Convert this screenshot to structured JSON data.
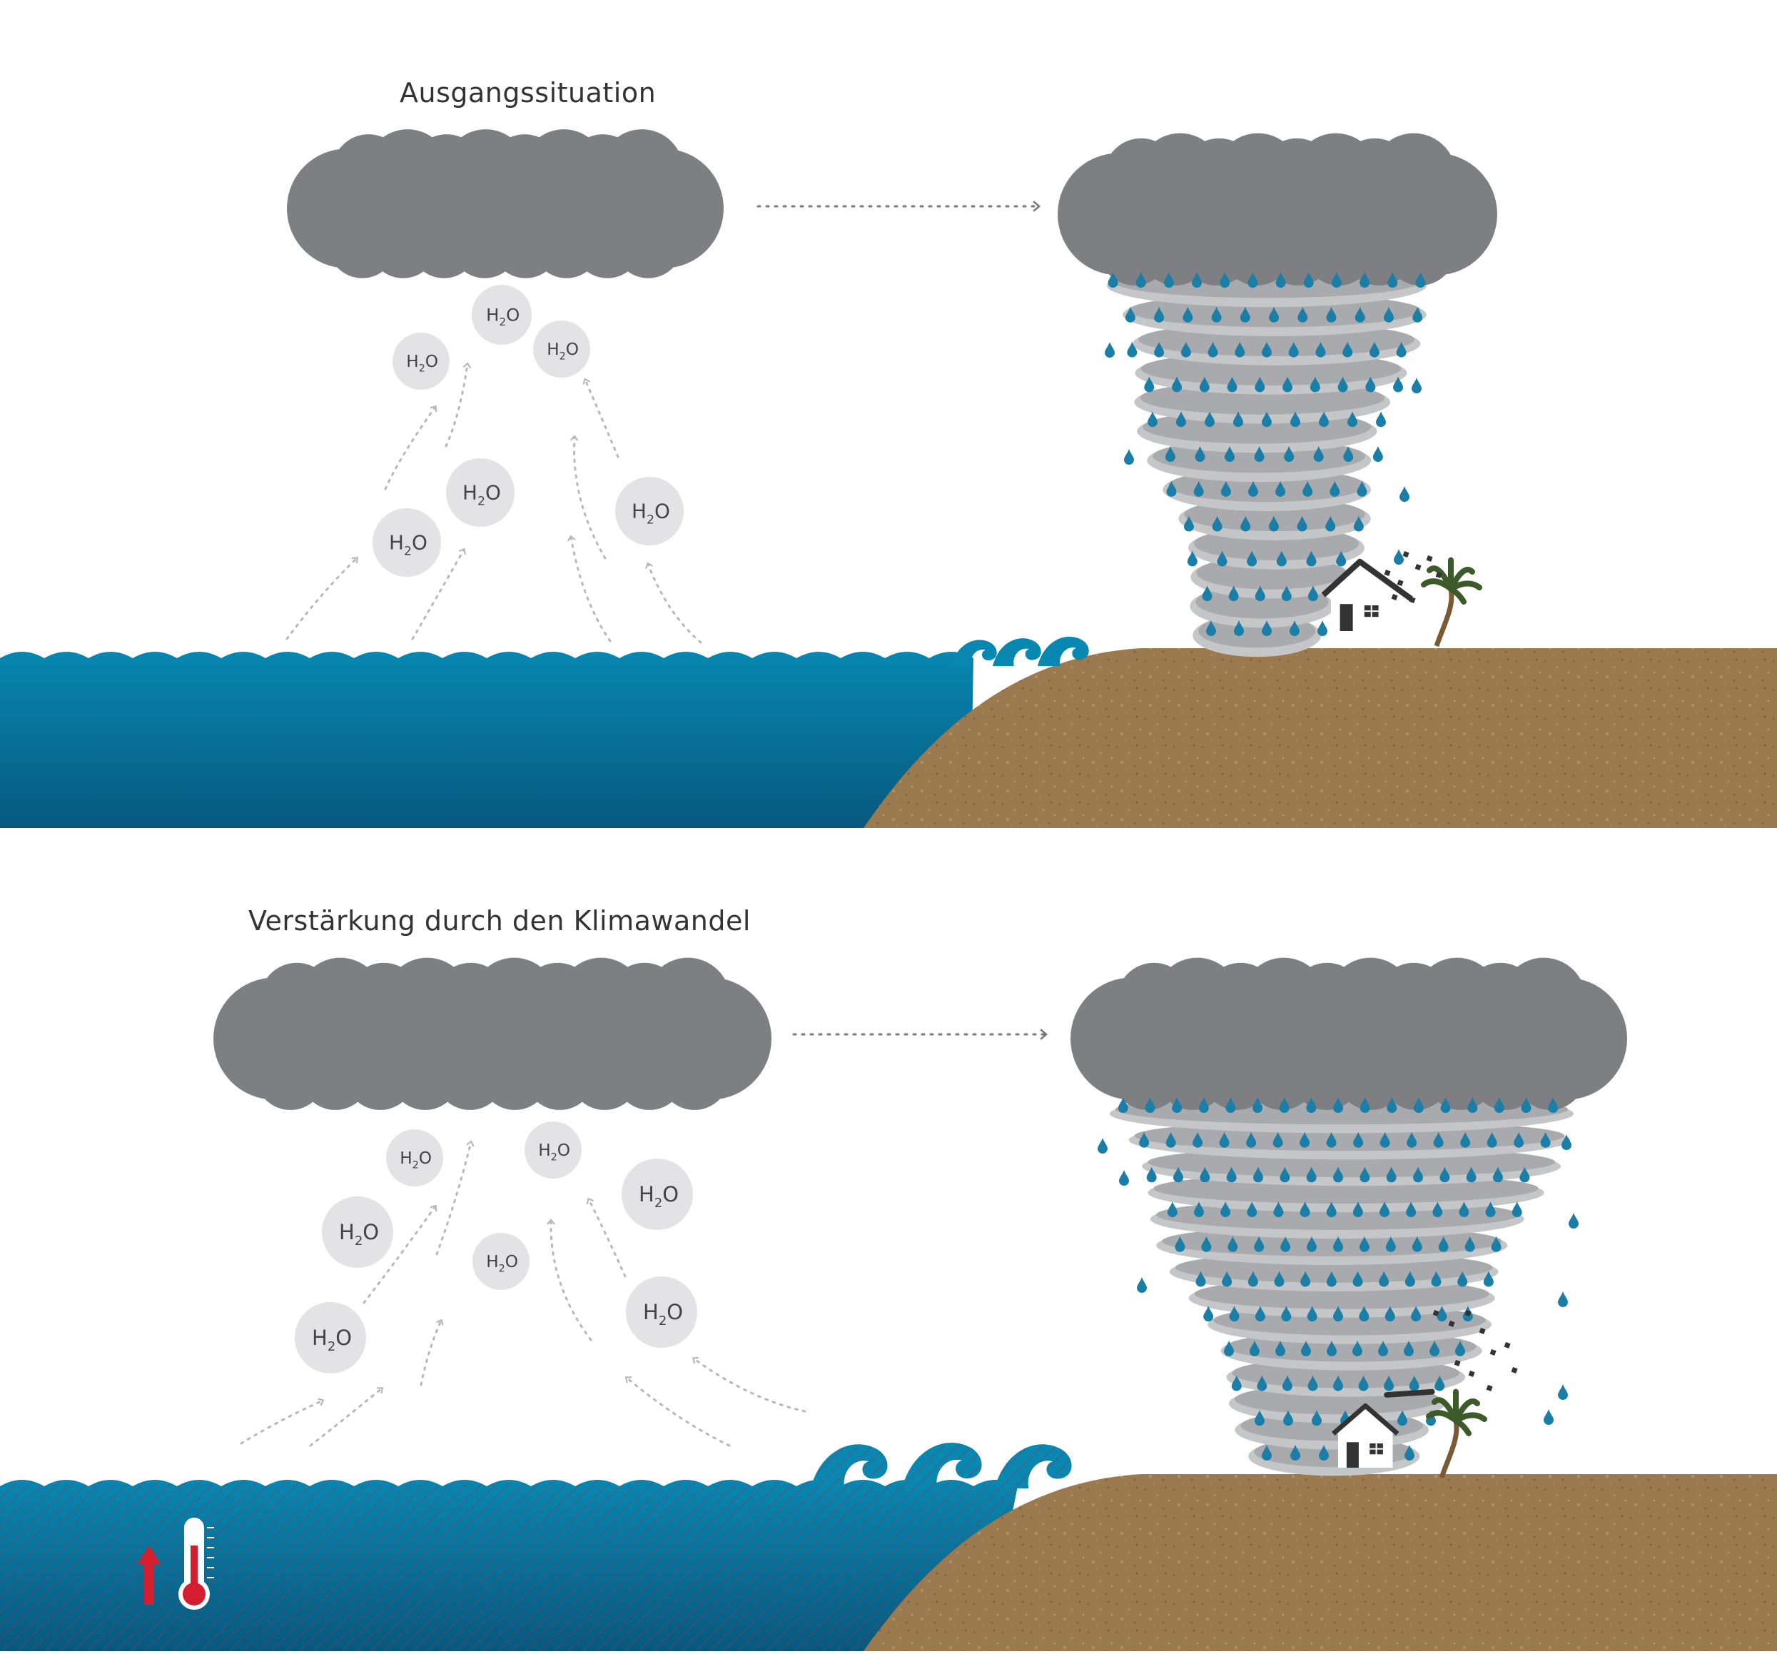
{
  "panels": [
    {
      "id": "baseline",
      "title": "Ausgangssituation",
      "molecules": 6,
      "scenario": "normal"
    },
    {
      "id": "climate",
      "title": "Verstärkung durch den Klimawandel",
      "molecules": 7,
      "scenario": "amplified"
    }
  ],
  "molecule_label": {
    "main": "H",
    "sub": "2",
    "tail": "O"
  },
  "colors": {
    "cloud": "#7e7f83",
    "ocean_top": "#0887b0",
    "ocean_bottom": "#07587e",
    "ground": "#9a7a4e",
    "raindrop": "#1a7ea6",
    "molecule": "#e3e3e5",
    "arrow": "#b8b8b8",
    "funnel": "#a9aaad",
    "thermometer": "#d21e2e"
  },
  "icons": [
    "cloud-icon",
    "h2o-molecule-icon",
    "tornado-icon",
    "house-icon",
    "palm-tree-icon",
    "thermometer-icon",
    "temperature-up-arrow-icon"
  ]
}
